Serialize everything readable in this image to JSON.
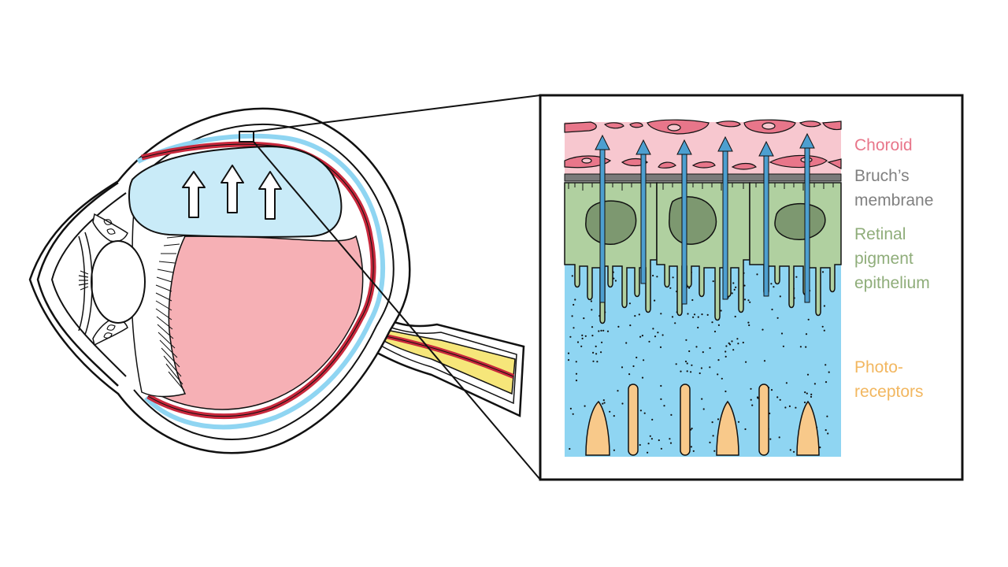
{
  "labels": {
    "choroid": "Choroid",
    "bruchs_line1": "Bruch’s",
    "bruchs_line2": "membrane",
    "rpe_line1": "Retinal",
    "rpe_line2": "pigment",
    "rpe_line3": "epithelium",
    "photo_line1": "Photo-",
    "photo_line2": "receptors"
  },
  "colors": {
    "choroid": "#e8768a",
    "bruchs": "#808080",
    "rpe": "#8fad7a",
    "photoreceptors": "#f2b760",
    "retina_fill": "#f6b0b5",
    "vessel_red": "#c8283c",
    "fluid_blue": "#8fd5f2",
    "subretinal_fluid": "#c9ebf8",
    "rpe_cell": "#b0d0a0",
    "nucleus": "#7d9870",
    "arrow_blue": "#4d9fd0",
    "nerve_yellow": "#f6e67a",
    "photoreceptor_fill": "#f8c98a"
  }
}
